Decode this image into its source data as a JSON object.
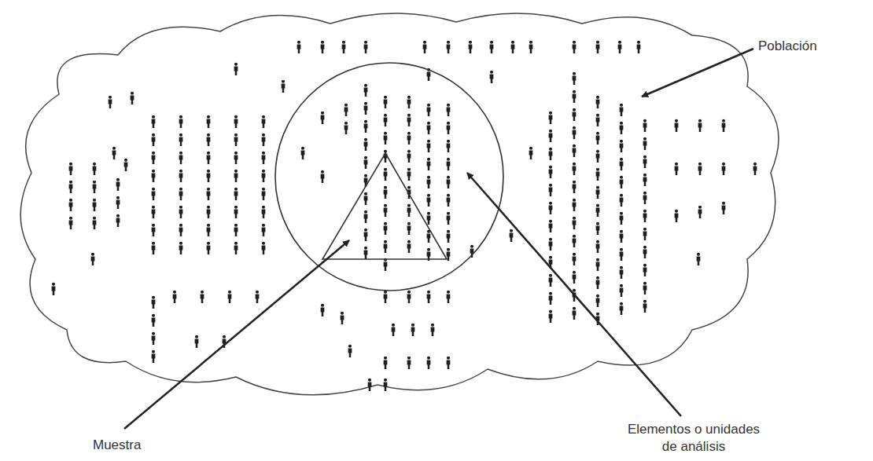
{
  "diagram": {
    "labels": [
      "Población",
      "Elementos o unidades de análisis",
      "Muestra"
    ]
  }
}
